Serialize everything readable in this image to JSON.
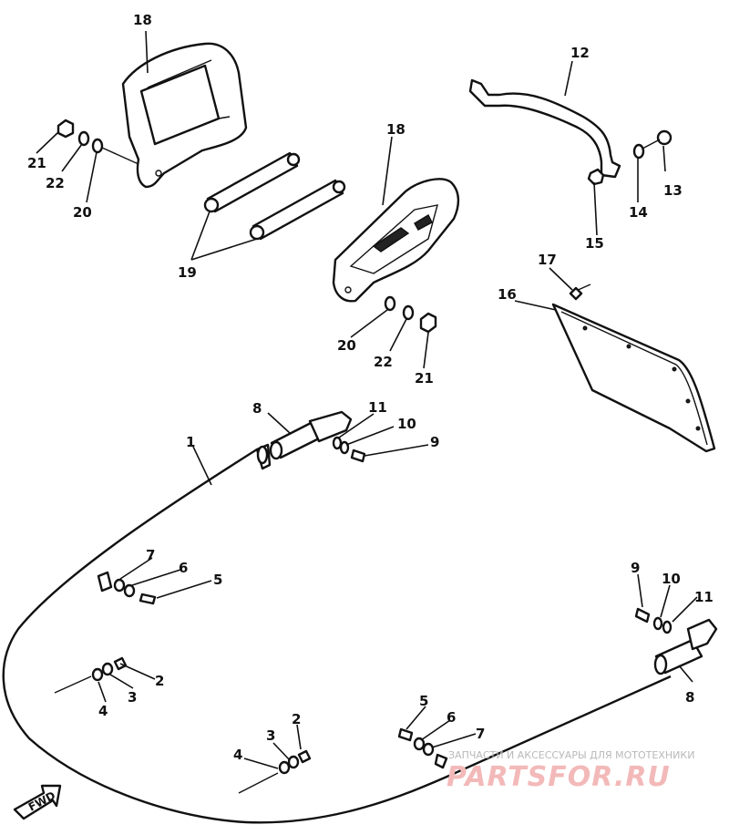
{
  "callouts": {
    "c1": "1",
    "c2a": "2",
    "c2b": "2",
    "c3a": "3",
    "c3b": "3",
    "c4a": "4",
    "c4b": "4",
    "c5a": "5",
    "c5b": "5",
    "c6a": "6",
    "c6b": "6",
    "c7a": "7",
    "c7b": "7",
    "c8a": "8",
    "c8b": "8",
    "c9a": "9",
    "c9b": "9",
    "c10a": "10",
    "c10b": "10",
    "c11a": "11",
    "c11b": "11",
    "c12": "12",
    "c13": "13",
    "c14": "14",
    "c15": "15",
    "c16": "16",
    "c17": "17",
    "c18a": "18",
    "c18b": "18",
    "c19": "19",
    "c20a": "20",
    "c20b": "20",
    "c21a": "21",
    "c21b": "21",
    "c22a": "22",
    "c22b": "22"
  },
  "direction_label": "FWD",
  "watermark": {
    "tagline": "ЗАПЧАСТИ И АКСЕССУАРЫ ДЛЯ МОТОТЕХНИКИ",
    "brand": "PARTSFOR.RU"
  }
}
